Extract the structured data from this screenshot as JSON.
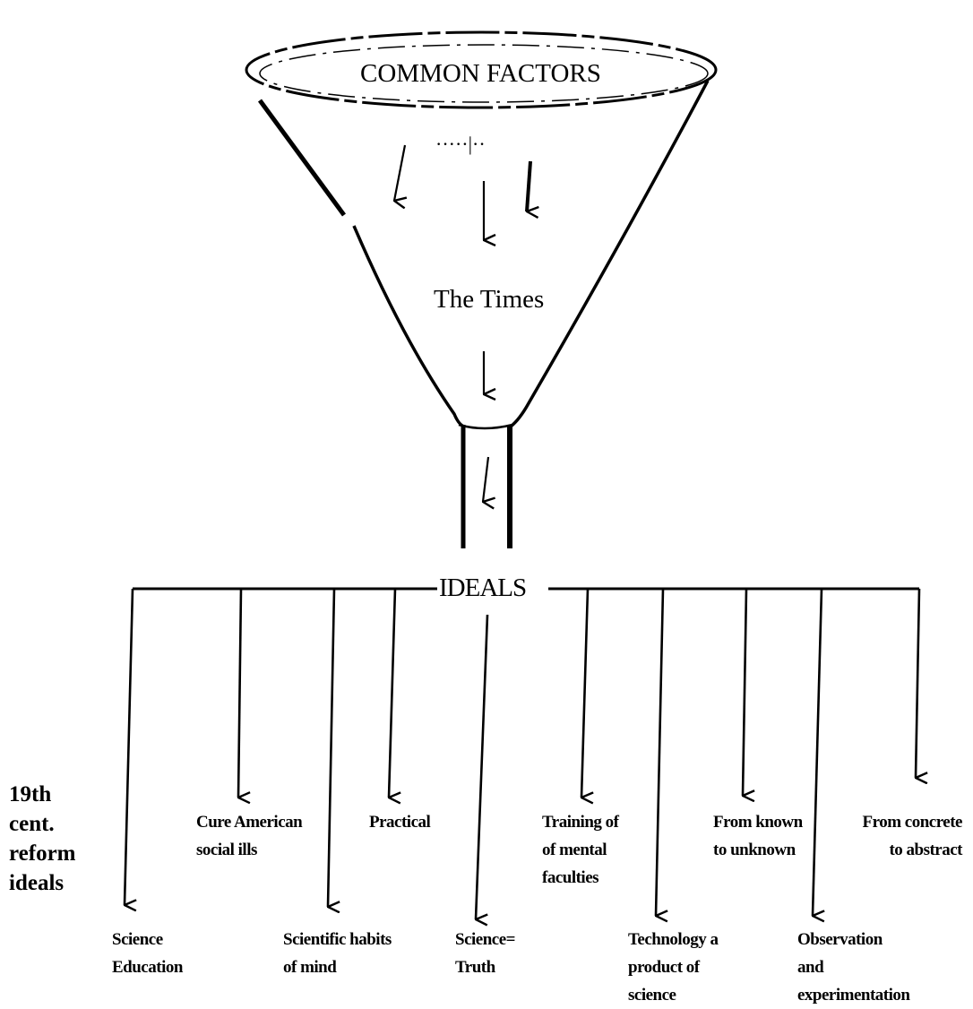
{
  "diagram": {
    "funnel_top_label": "COMMON FACTORS",
    "funnel_middle_label": "The Times",
    "branch_label": "IDEALS",
    "side_title": [
      "19th",
      "cent.",
      "reform",
      "ideals"
    ],
    "upper_ideals": [
      {
        "lines": [
          "Cure American",
          "social ills"
        ]
      },
      {
        "lines": [
          "Practical"
        ]
      },
      {
        "lines": [
          "Training of",
          "of mental",
          "faculties"
        ]
      },
      {
        "lines": [
          "From known",
          "to unknown"
        ]
      },
      {
        "lines": [
          "From concrete",
          "to abstract"
        ]
      }
    ],
    "lower_ideals": [
      {
        "lines": [
          "Science",
          "Education"
        ]
      },
      {
        "lines": [
          "Scientific habits",
          "of mind"
        ]
      },
      {
        "lines": [
          "Science=",
          "Truth"
        ]
      },
      {
        "lines": [
          "Technology a",
          "product of",
          "science"
        ]
      },
      {
        "lines": [
          "Observation",
          "and",
          "experimentation"
        ]
      }
    ]
  }
}
